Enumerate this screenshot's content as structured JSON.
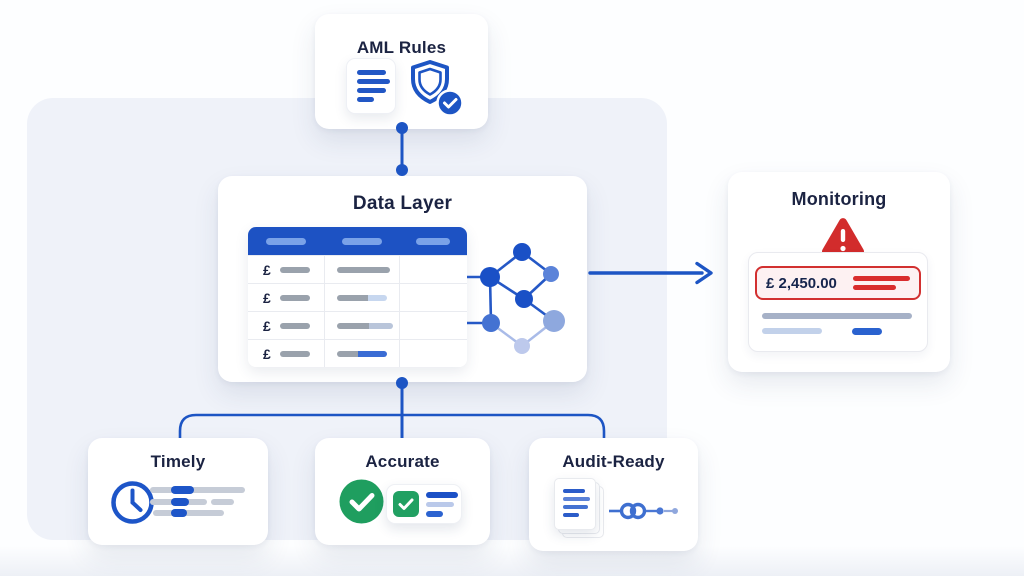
{
  "diagram": {
    "cards": {
      "aml_rules": {
        "title": "AML Rules"
      },
      "data_layer": {
        "title": "Data Layer",
        "table": {
          "rows": [
            {
              "currency": "£"
            },
            {
              "currency": "£"
            },
            {
              "currency": "£"
            },
            {
              "currency": "£"
            }
          ]
        }
      },
      "monitoring": {
        "title": "Monitoring",
        "alert_amount": "£ 2,450.00"
      },
      "timely": {
        "title": "Timely"
      },
      "accurate": {
        "title": "Accurate"
      },
      "audit_ready": {
        "title": "Audit-Ready"
      }
    },
    "icons": {
      "document-icon": "lined-document",
      "shield-check-icon": "shield-with-check-badge",
      "verified-badge-icon": "✓",
      "warning-triangle-icon": "!",
      "clock-icon": "clock-face",
      "check-circle-icon": "✓",
      "checkbox-check-icon": "✓",
      "document-stack-icon": "stacked-documents",
      "chain-link-icon": "linked-rings",
      "network-graph-icon": "node-link-graph",
      "arrow-right-icon": "→"
    },
    "colors": {
      "primary_blue": "#1d55c4",
      "navy_text": "#1b2342",
      "alert_red": "#d22c2c",
      "success_green": "#1f9e5f",
      "canvas_tint": "#eff2f9"
    }
  }
}
